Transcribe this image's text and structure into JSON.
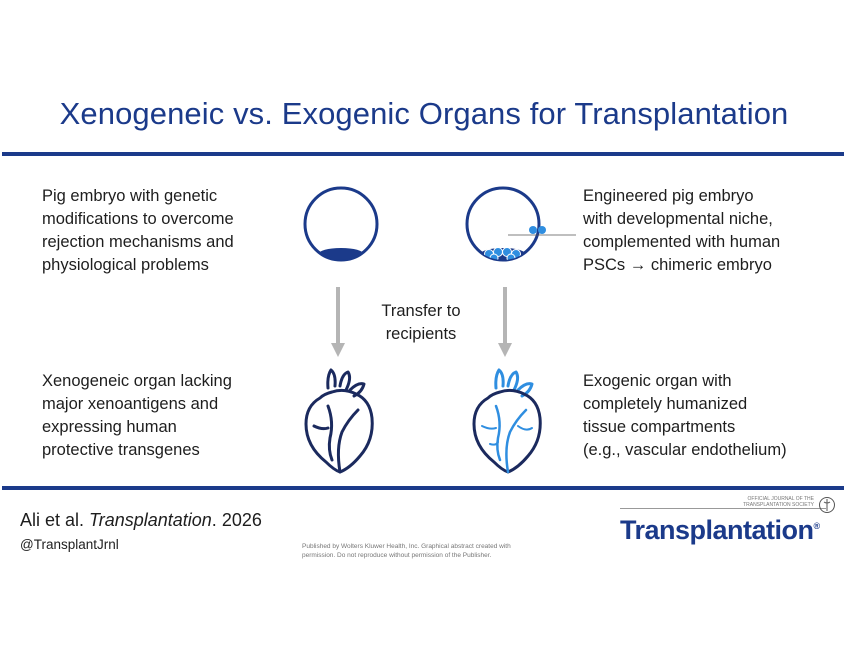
{
  "title": "Xenogeneic vs. Exogenic Organs for Transplantation",
  "left": {
    "top_text": [
      "Pig embryo with genetic",
      "modifications to overcome",
      "rejection mechanisms and",
      "physiological problems"
    ],
    "bottom_text": [
      "Xenogeneic organ lacking",
      "major xenoantigens and",
      "expressing human",
      "protective transgenes"
    ]
  },
  "right": {
    "top_text": [
      "Engineered pig embryo",
      "with developmental niche,",
      "complemented with human",
      "PSCs → chimeric embryo"
    ],
    "bottom_text": [
      "Exogenic organ with",
      "completely humanized",
      "tissue compartments",
      "(e.g., vascular endothelium)"
    ]
  },
  "middle_label": [
    "Transfer to",
    "recipients"
  ],
  "footer": {
    "citation_authors": "Ali et al.",
    "citation_journal": "Transplantation",
    "citation_year": "2026",
    "handle": "@TransplantJrnl",
    "fine_print": [
      "Published by Wolters Kluwer Health, Inc. Graphical abstract created with",
      "permission. Do not reproduce without permission of the Publisher."
    ],
    "logo": "Transplantation",
    "logo_mark": "®",
    "logo_tagline": [
      "OFFICIAL JOURNAL OF THE",
      "TRANSPLANTATION SOCIETY"
    ]
  },
  "colors": {
    "brand_blue": "#1b3a8a",
    "light_blue": "#2f8ee0",
    "arrow_gray": "#b5b5b5"
  }
}
